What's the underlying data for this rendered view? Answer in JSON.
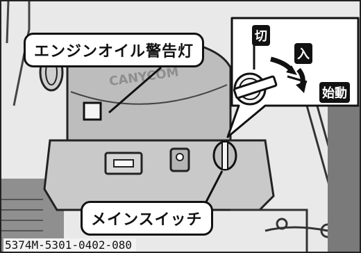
{
  "callouts": {
    "oil_warning_lamp": "エンジンオイル警告灯",
    "main_switch": "メインスイッチ"
  },
  "key_positions": {
    "off": "切",
    "on": "入",
    "start": "始動"
  },
  "engine_cover_logo": "CANYCOM",
  "document_code": "5374M-5301-0402-080"
}
